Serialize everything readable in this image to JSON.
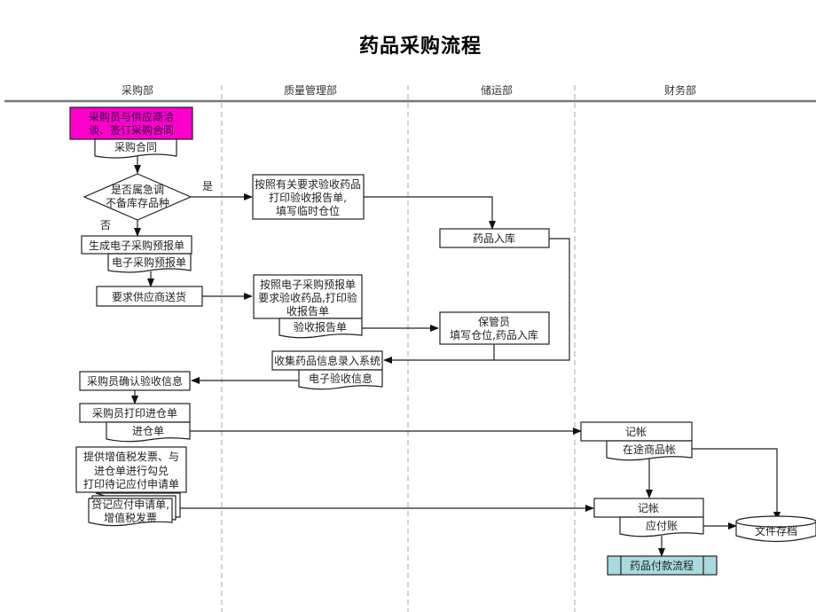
{
  "title": "药品采购流程",
  "lanes": [
    "采购部",
    "质量管理部",
    "储运部",
    "财务部"
  ],
  "nodes": {
    "negotiate": [
      "采购员与供应商洽",
      "谈、签订采购合同"
    ],
    "contract_doc": "采购合同",
    "decision": [
      "是否属急调",
      "不备库存品种"
    ],
    "yes_label": "是",
    "no_label": "否",
    "gen_prereport": "生成电子采购预报单",
    "prereport_doc": "电子采购预报单",
    "request_delivery": "要求供应商送货",
    "inspect_urgent": [
      "按照有关要求验收药品",
      "打印验收报告单,",
      "填写临时仓位"
    ],
    "inspect_normal": [
      "按照电子采购预报单",
      "要求验收药品,打印验",
      "收报告单"
    ],
    "inspect_report_doc": "验收报告单",
    "warehouse_in": "药品入库",
    "keeper": [
      "保管员",
      "填写仓位,药品入库"
    ],
    "collect_info": "收集药品信息录入系统",
    "e_inspect_doc": "电子验收信息",
    "confirm_info": "采购员确认验收信息",
    "print_receipt": "采购员打印进仓单",
    "receipt_doc": "进仓单",
    "invoice_task": [
      "提供增值税发票、与",
      "进仓单进行勾兑",
      "打印待记应付申请单"
    ],
    "invoice_docs": [
      "贷记应付申请单,",
      "增值税发票"
    ],
    "record1": "记帐",
    "transit_ledger": "在途商品帐",
    "record2": "记帐",
    "payable_ledger": "应付账",
    "archive": "文件存档",
    "payment_flow": "药品付款流程"
  },
  "colors": {
    "start_fill": "#ff00cc",
    "subprocess_fill": "#a8dadf",
    "start_text": "#1a0033"
  }
}
